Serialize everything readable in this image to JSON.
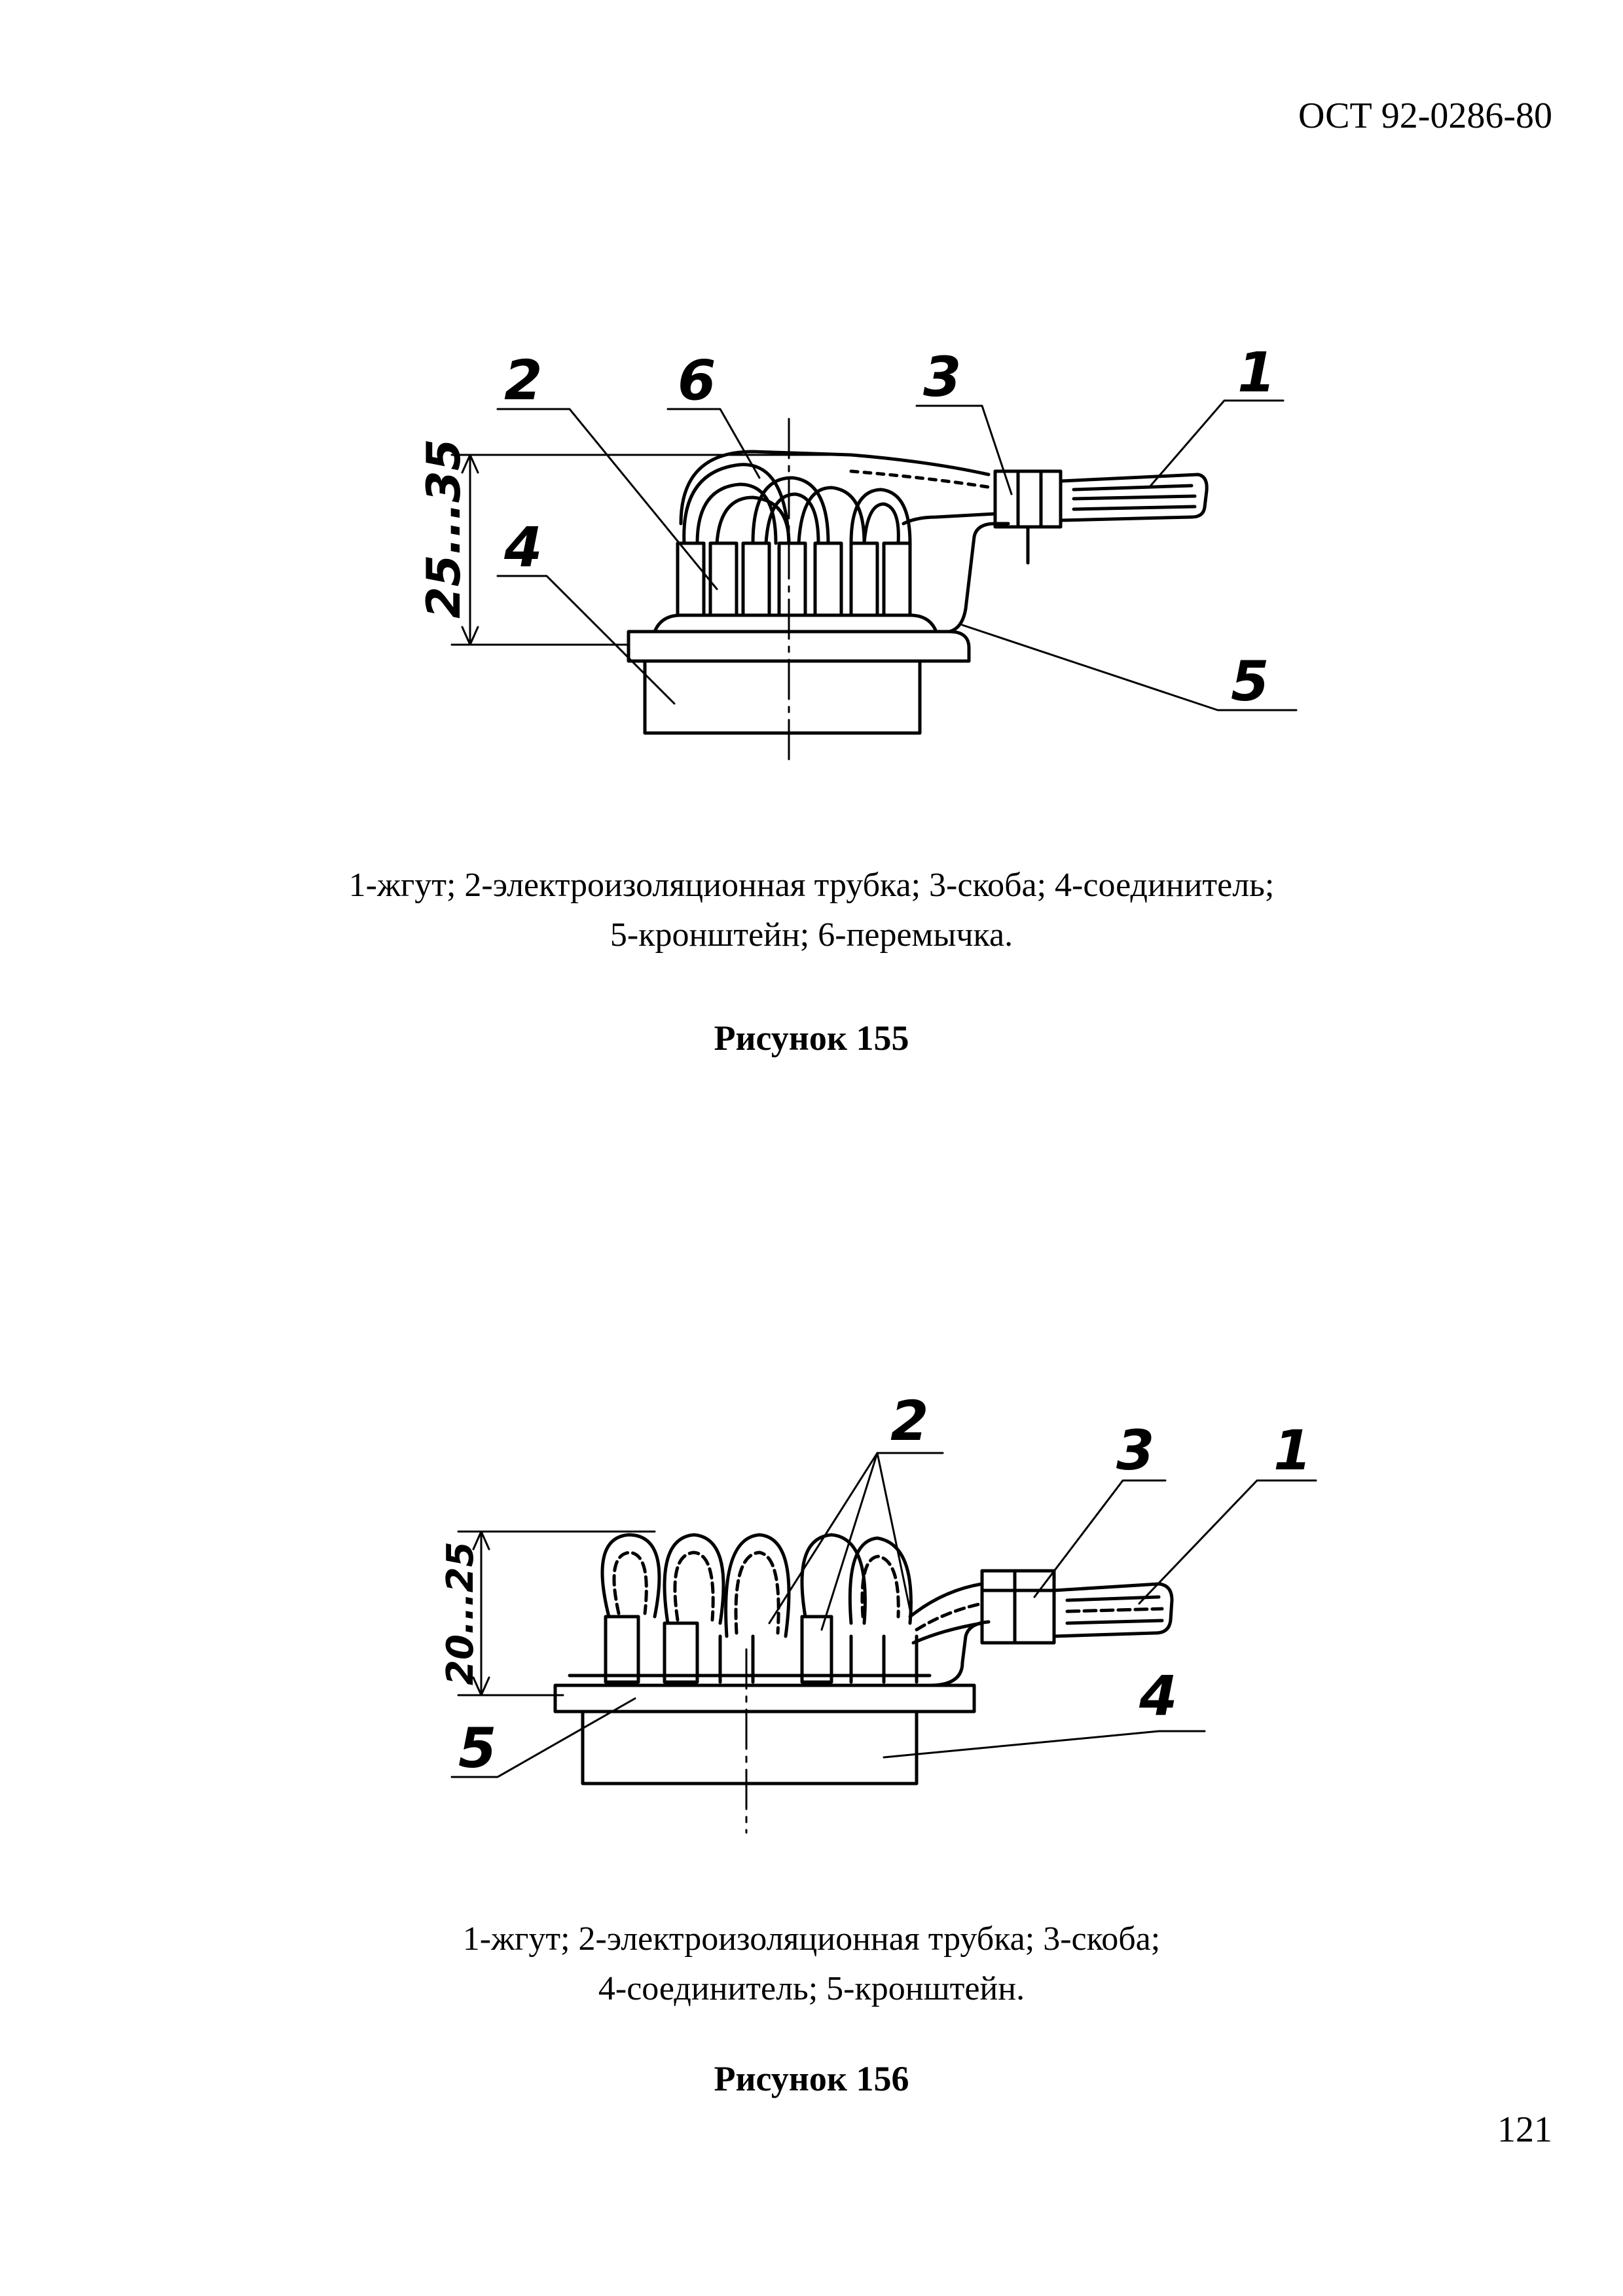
{
  "header": {
    "doc_code": "ОСТ 92-0286-80"
  },
  "figure155": {
    "callouts": {
      "c1": "1",
      "c2": "2",
      "c3": "3",
      "c4": "4",
      "c5": "5",
      "c6": "6"
    },
    "dimension": "25...35",
    "caption_line1": "1-жгут; 2-электроизоляционная трубка; 3-скоба; 4-соединитель;",
    "caption_line2": "5-кронштейн; 6-перемычка.",
    "title": "Рисунок 155"
  },
  "figure156": {
    "callouts": {
      "c1": "1",
      "c2": "2",
      "c3": "3",
      "c4": "4",
      "c5": "5"
    },
    "dimension": "20...25",
    "caption_line1": "1-жгут; 2-электроизоляционная трубка; 3-скоба;",
    "caption_line2": "4-соединитель; 5-кронштейн.",
    "title": "Рисунок 156"
  },
  "footer": {
    "page_number": "121"
  }
}
